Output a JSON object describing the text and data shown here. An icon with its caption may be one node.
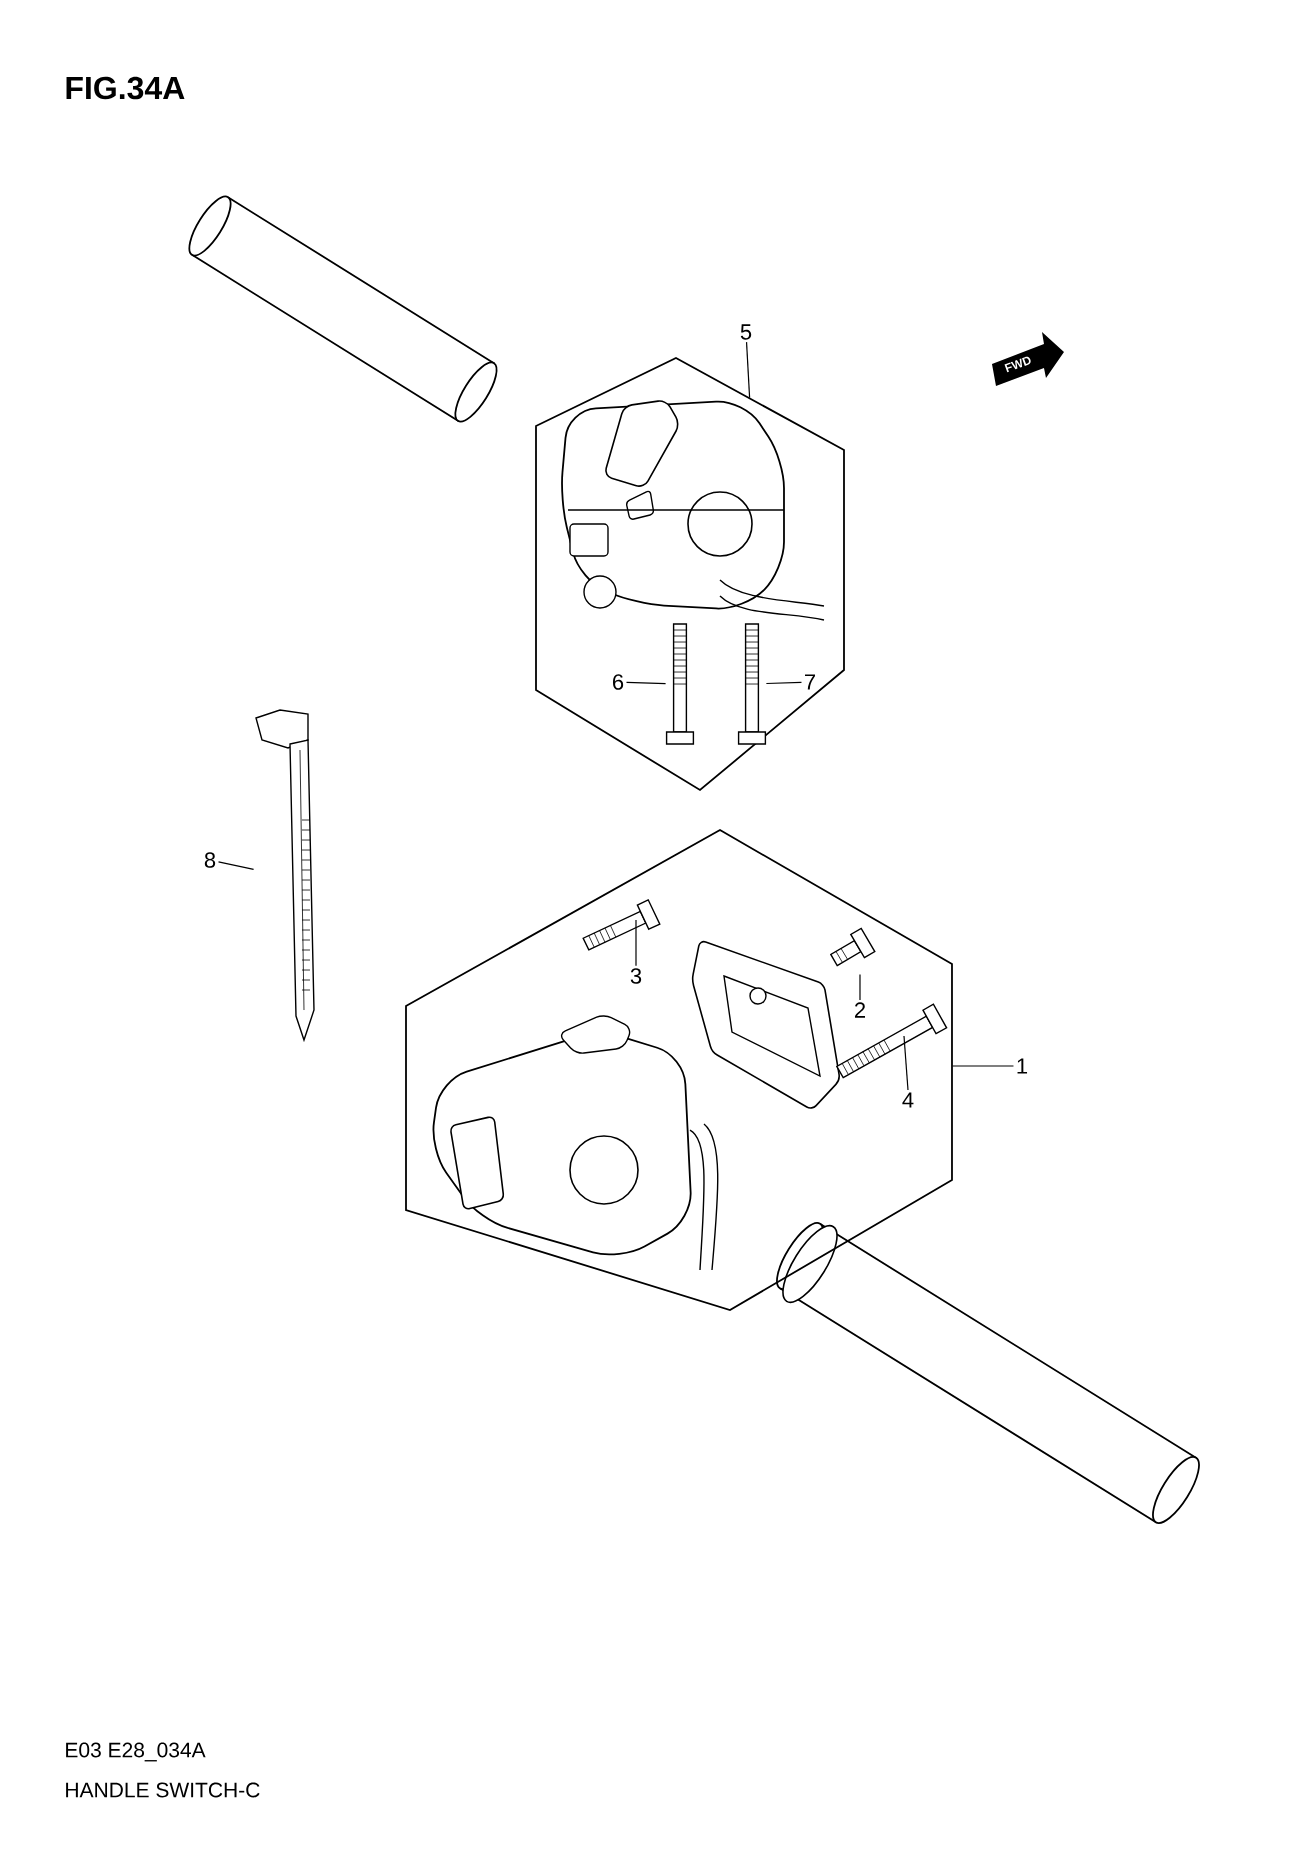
{
  "diagram": {
    "title": "FIG.34A",
    "nodes": [
      {
        "text": [
          "5"
        ]
      },
      {
        "text": [],
        "shape": "picture"
      },
      {
        "text": [
          "6"
        ],
        "in": 1
      },
      {
        "text": [],
        "shape": "picture",
        "in": 1
      },
      {
        "text": [
          "7"
        ],
        "in": 1
      },
      {
        "text": [],
        "shape": "picture",
        "in": 1
      },
      {
        "text": [
          "8"
        ]
      },
      {
        "text": [],
        "shape": "picture"
      },
      {
        "text": [],
        "shape": "picture"
      },
      {
        "text": [
          "3"
        ],
        "in": 8
      },
      {
        "text": [],
        "shape": "picture",
        "in": 8
      },
      {
        "text": [
          "2"
        ],
        "in": 8
      },
      {
        "text": [],
        "shape": "picture",
        "in": 8
      },
      {
        "text": [
          "4"
        ],
        "in": 8
      },
      {
        "text": [],
        "shape": "picture",
        "in": 8
      },
      {
        "text": [
          "1"
        ]
      }
    ],
    "edges": [
      {
        "from": 0,
        "to": 1,
        "arrow": "none"
      },
      {
        "from": 2,
        "to": 3,
        "arrow": "none"
      },
      {
        "from": 4,
        "to": 5,
        "arrow": "none"
      },
      {
        "from": 6,
        "to": 7,
        "arrow": "none"
      },
      {
        "from": 9,
        "to": 10,
        "arrow": "none"
      },
      {
        "from": 11,
        "to": 12,
        "arrow": "none"
      },
      {
        "from": 13,
        "to": 14,
        "arrow": "none"
      },
      {
        "from": 15,
        "to": 8,
        "arrow": "none"
      }
    ],
    "labels": [
      "FWD",
      "E03 E28_034A",
      "HANDLE SWITCH-C"
    ]
  }
}
